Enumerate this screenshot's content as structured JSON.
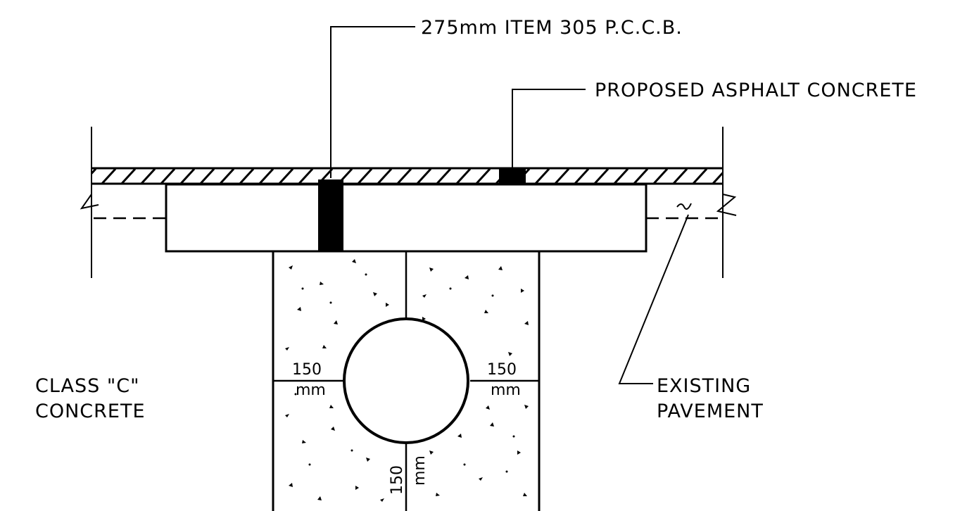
{
  "labels": {
    "pccb_callout": "275mm ITEM 305 P.C.C.B.",
    "asphalt_callout": "PROPOSED ASPHALT CONCRETE",
    "class_c_line1": "CLASS \"C\"",
    "class_c_line2": "CONCRETE",
    "existing_line1": "EXISTING",
    "existing_line2": "PAVEMENT"
  },
  "dimensions": {
    "left_value": "150",
    "left_unit": "mm",
    "right_value": "150",
    "right_unit": "mm",
    "bottom_value": "150",
    "bottom_unit": "mm"
  }
}
